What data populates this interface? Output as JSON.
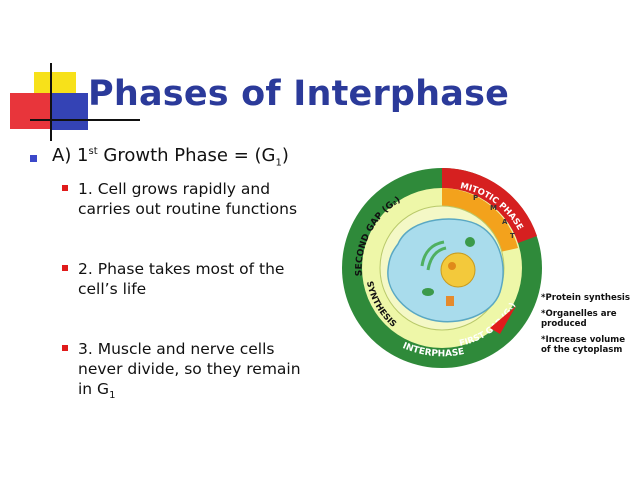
{
  "slide": {
    "title": "Phases of Interphase",
    "main_bullet": {
      "prefix": "A) 1",
      "superscript": "st",
      "middle": " Growth Phase = (G",
      "subscript": "1",
      "suffix": ")"
    },
    "sub_bullets": [
      {
        "lines": [
          "1. Cell grows rapidly and",
          "carries out routine functions"
        ]
      },
      {
        "lines": [
          "2. Phase takes most of the",
          "cell’s life"
        ]
      },
      {
        "lines": [
          "3. Muscle and nerve cells",
          "never divide, so they remain"
        ],
        "last_line_prefix": "in G",
        "last_line_subscript": "1"
      }
    ]
  },
  "diagram": {
    "labels": {
      "second_gap": "SECOND GAP (G₂)",
      "mitotic_phase": "MITOTIC PHASE",
      "synthesis": "SYNTHESIS",
      "first_gap": "FIRST GAP (G₁)",
      "interphase": "INTERPHASE",
      "mitosis_p": "P",
      "mitosis_m": "M",
      "mitosis_a": "A",
      "mitosis_t": "T"
    },
    "notes": [
      [
        "*Protein synthesis"
      ],
      [
        "*Organelles are",
        " produced"
      ],
      [
        "*Increase volume",
        " of the cytoplasm"
      ]
    ],
    "colors": {
      "outer_ring": "#2f8a3a",
      "mitotic": "#d62020",
      "inner_ring": "#eef7a8",
      "cytoplasm": "#a9dcec",
      "nucleus": "#f3c93b",
      "arrow": "#e01b1b"
    }
  },
  "decoration": {
    "yellow": "#f7e11a",
    "red": "#e8353b",
    "blue": "#3443b5"
  }
}
